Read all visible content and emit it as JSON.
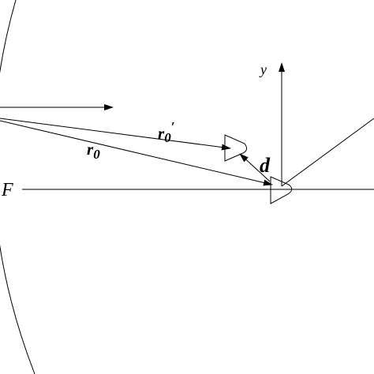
{
  "labels": {
    "y_axis": "y",
    "r0_prime_base": "r",
    "r0_prime_sub": "0",
    "r0_prime_mark": "′",
    "r0_base": "r",
    "r0_sub": "0",
    "d": "d",
    "focus": "F"
  }
}
